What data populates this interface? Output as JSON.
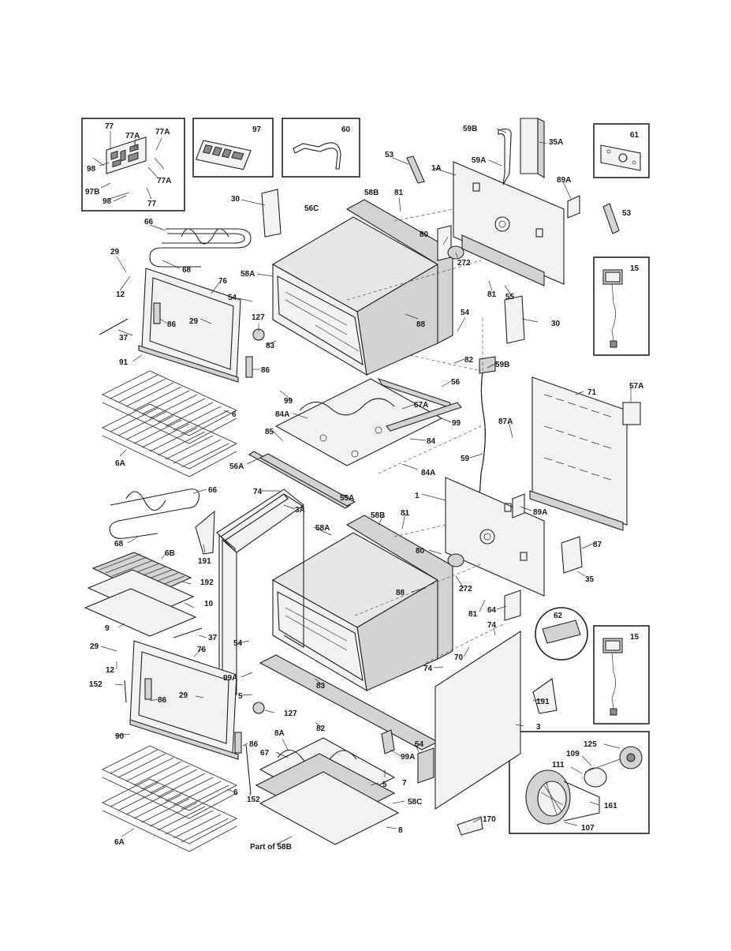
{
  "diagram": {
    "callouts": {
      "c77a": "77",
      "c77b": "77A",
      "c77c": "77A",
      "c98a": "98",
      "c77d": "77A",
      "c97b": "97B",
      "c98b": "98",
      "c77e": "77",
      "c97": "97",
      "c60": "60",
      "c59b": "59B",
      "c35a": "35A",
      "c61": "61",
      "c53a": "53",
      "c59a": "59A",
      "c1a": "1A",
      "c89a": "89A",
      "c53b": "53",
      "c81a": "81",
      "c58b": "58B",
      "c56c": "56C",
      "c30a": "30",
      "c66a": "66",
      "c80a": "80",
      "c272a": "272",
      "c15a": "15",
      "c29a": "29",
      "c68a": "68",
      "c76a": "76",
      "c58a": "58A",
      "c12a": "12",
      "c54a": "54",
      "c81b": "81",
      "c55": "55",
      "c127a": "127",
      "c29b": "29",
      "c86a": "86",
      "c88a": "88",
      "c30b": "30",
      "c37a": "37",
      "c83a": "83",
      "c54b": "54",
      "c91": "91",
      "c86b": "86",
      "c82a": "82",
      "c59c": "59B",
      "c6a": "6",
      "c99a": "99",
      "c56": "56",
      "c67a": "67A",
      "c71": "71",
      "c57a": "57A",
      "c84a": "84A",
      "c99b": "99",
      "c87a": "87A",
      "c85": "85",
      "c84": "84",
      "c6aa": "6A",
      "c56a": "56A",
      "c84b": "84A",
      "c59": "59",
      "c55a": "55A",
      "c74a": "74",
      "c3a": "3A",
      "c66b": "66",
      "c1": "1",
      "c81c": "81",
      "c89b": "89A",
      "c58b2": "58B",
      "c58a2": "58A",
      "c68b": "68",
      "c191a": "191",
      "c6b": "6B",
      "c87": "87",
      "c80b": "80",
      "c192": "192",
      "c35": "35",
      "c88b": "88",
      "c272b": "272",
      "c10": "10",
      "c81d": "81",
      "c64": "64",
      "c62": "62",
      "c9": "9",
      "c37b": "37",
      "c74b": "74",
      "c54c": "54",
      "c29c": "29",
      "c76b": "76",
      "c15b": "15",
      "c70": "70",
      "c74c": "74",
      "c12b": "12",
      "c99aa": "99A",
      "c152a": "152",
      "c86c": "86",
      "c29d": "29",
      "c83b": "83",
      "c5a": "5",
      "c191b": "191",
      "c127b": "127",
      "c3": "3",
      "c82b": "82",
      "c90": "90",
      "c86d": "86",
      "c8a": "8A",
      "c125": "125",
      "c109": "109",
      "c67": "67",
      "c99ab": "99A",
      "c54d": "54",
      "c111": "111",
      "c5b": "5",
      "c7": "7",
      "c6b2": "6",
      "c152b": "152",
      "c58c": "58C",
      "c161": "161",
      "c170": "170",
      "c107": "107",
      "c6ab": "6A",
      "c8": "8",
      "part58b": "Part of 58B"
    }
  }
}
